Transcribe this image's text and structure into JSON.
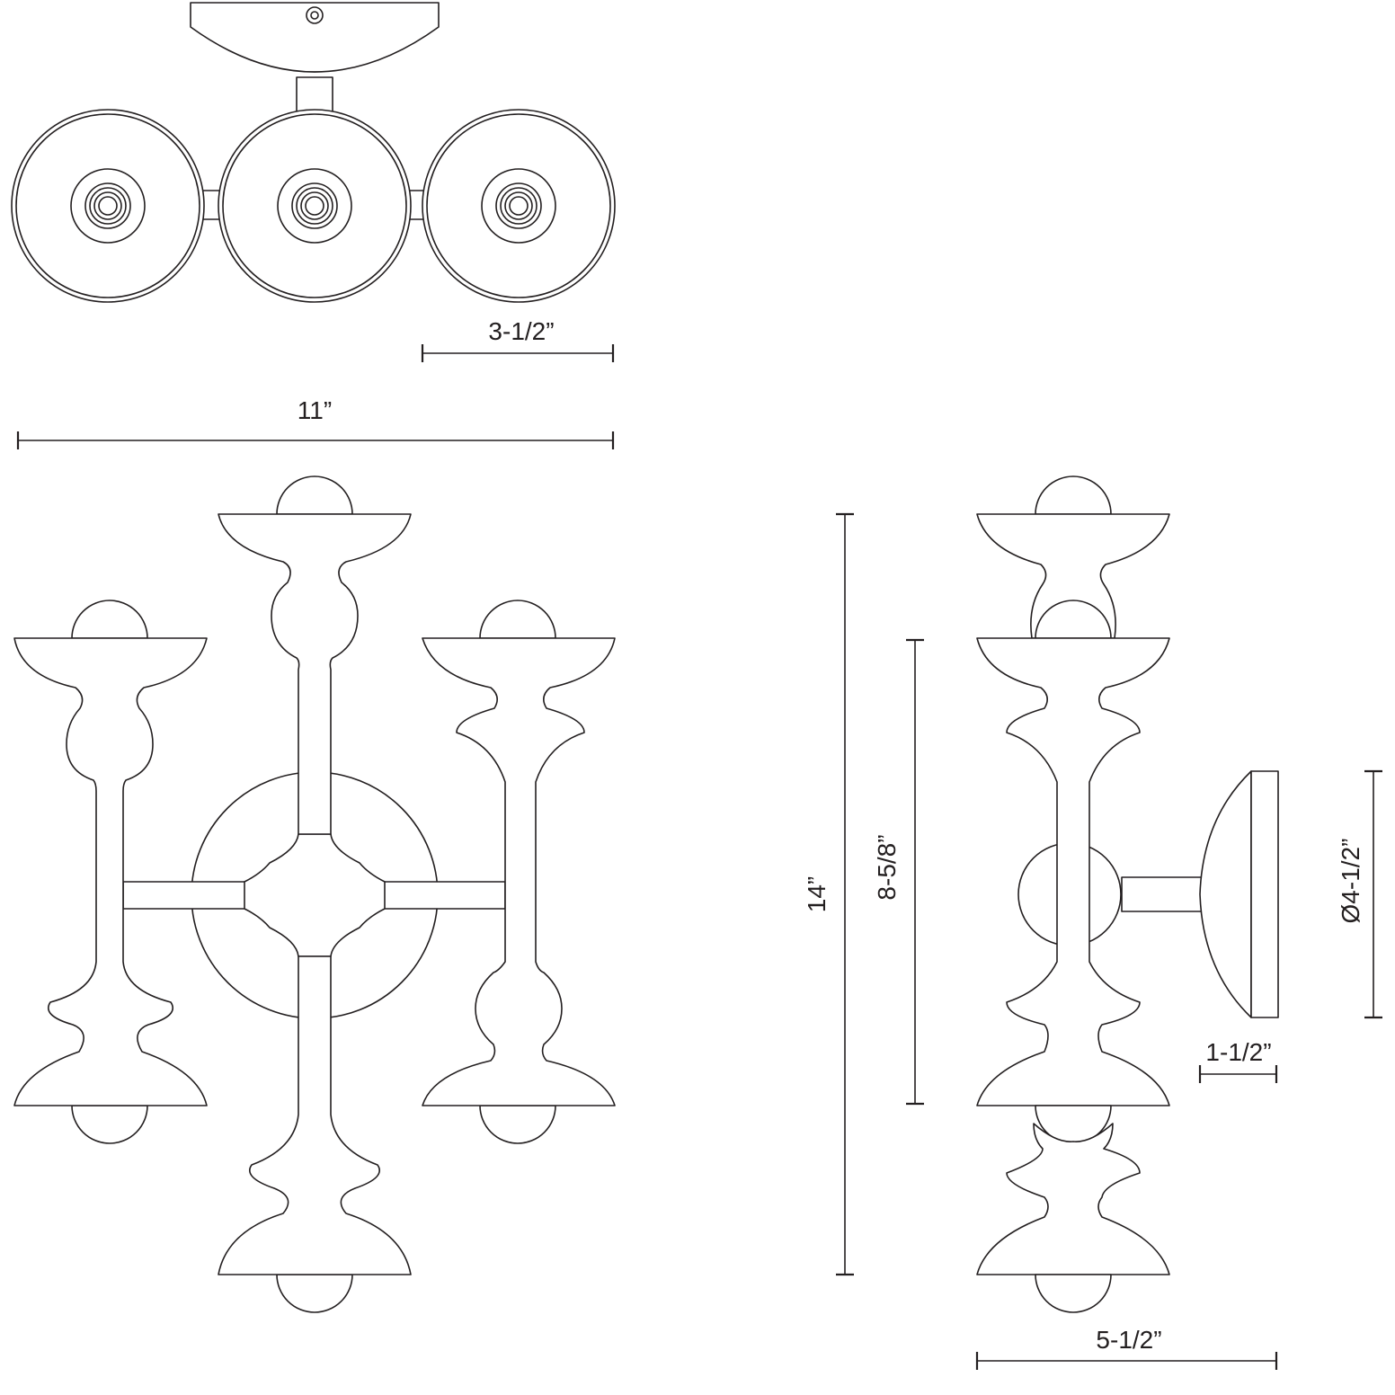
{
  "drawing": {
    "line_color": "#231f20",
    "background": "#ffffff",
    "dimensions": {
      "shade_diameter": "3-1/2”",
      "overall_width": "11”",
      "overall_height": "14”",
      "backplate_to_arm_height": "8-5/8”",
      "backplate_diameter": "Ø4-1/2”",
      "backplate_depth": "1-1/2”",
      "overall_depth": "5-1/2”"
    }
  }
}
